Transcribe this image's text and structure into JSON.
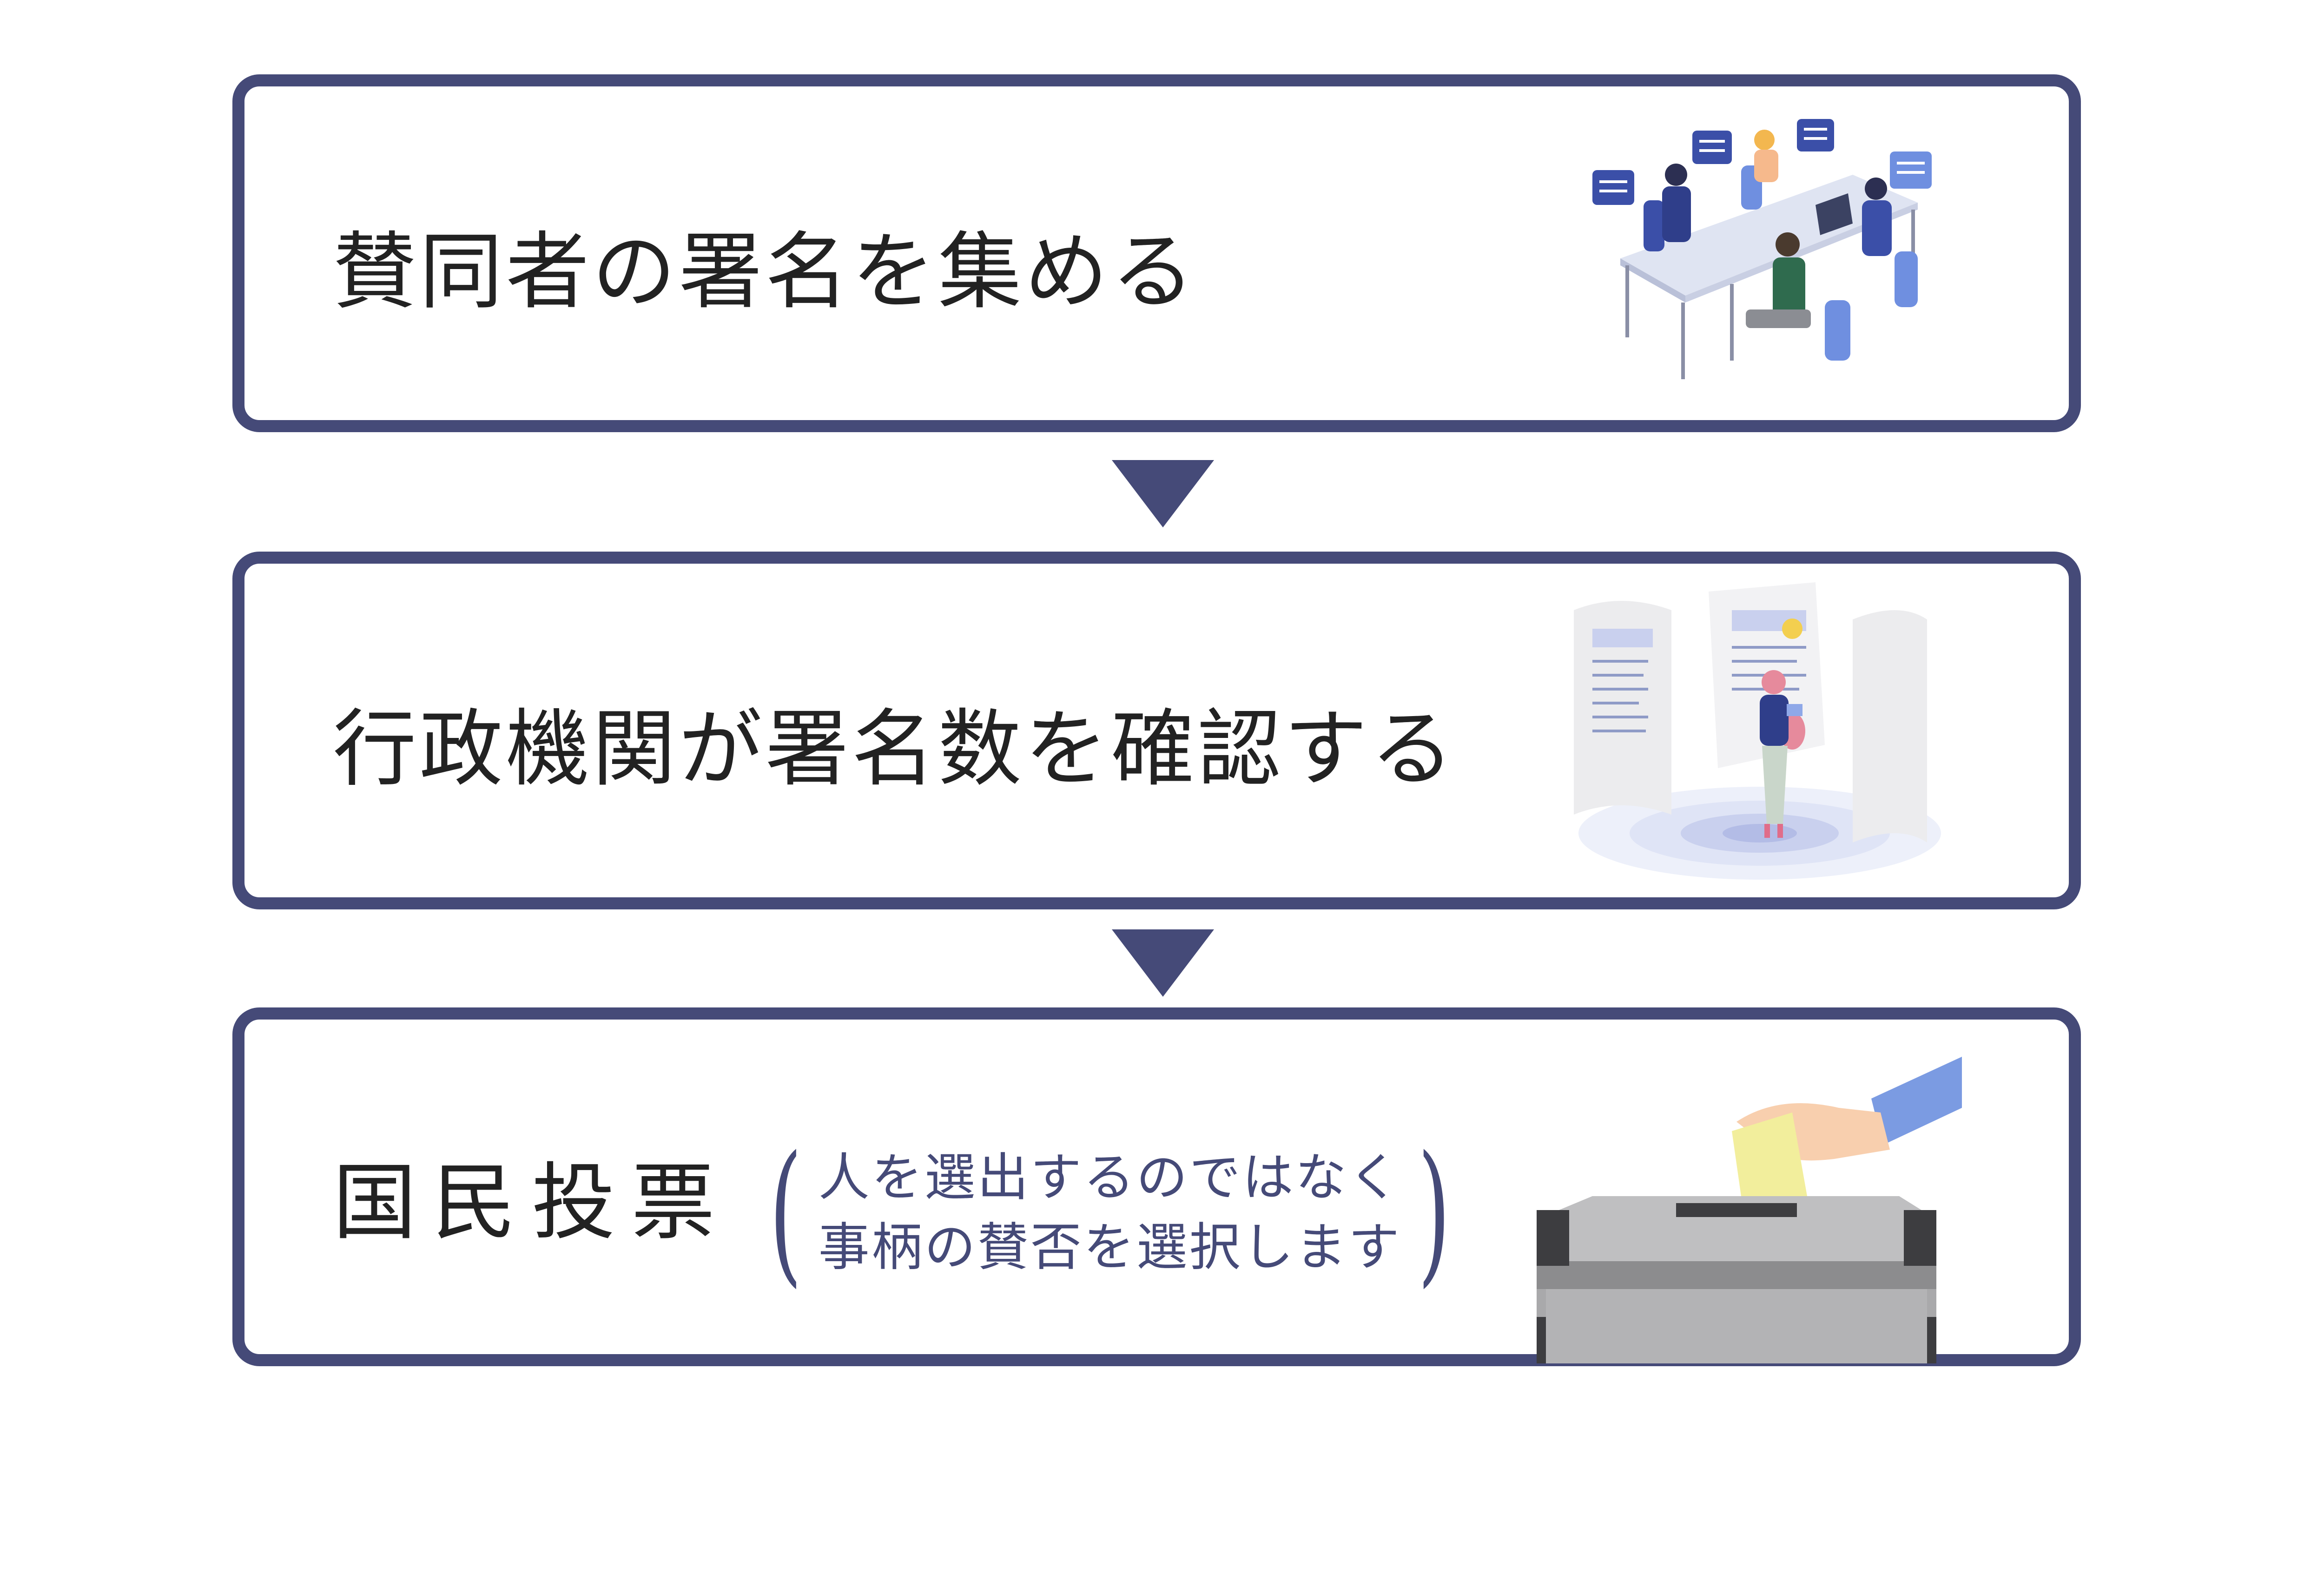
{
  "steps": [
    {
      "title": "賛同者の署名を集める",
      "illustration": "meeting-people-illustration"
    },
    {
      "title": "行政機関が署名数を確認する",
      "illustration": "document-review-illustration"
    },
    {
      "title": "国民投票",
      "note": [
        "人を選出するのではなく",
        "事柄の賛否を選択します"
      ],
      "illustration": "ballot-box-illustration"
    }
  ],
  "colors": {
    "accent": "#454a78",
    "text": "#222222",
    "background": "#ffffff"
  }
}
